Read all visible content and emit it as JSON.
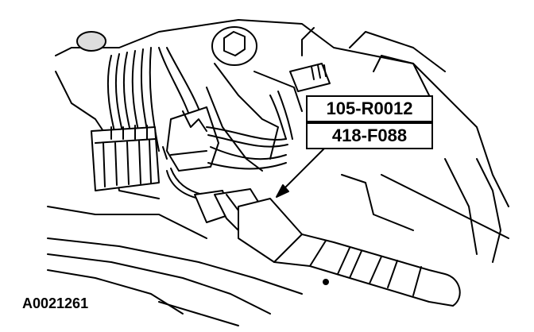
{
  "callouts": [
    {
      "text": "105-R0012"
    },
    {
      "text": "418-F088"
    }
  ],
  "figure_id": "A0021261",
  "colors": {
    "line": "#000000",
    "background": "#ffffff"
  }
}
